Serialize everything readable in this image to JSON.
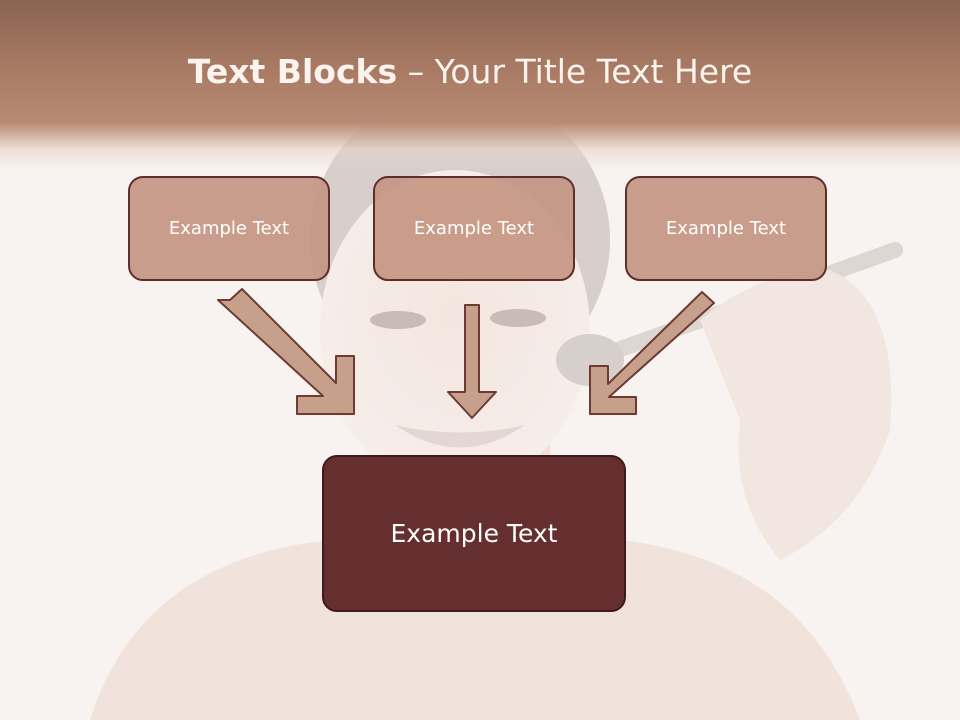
{
  "slide": {
    "title_bold": "Text Blocks",
    "title_dash": " – ",
    "title_rest": "Your Title Text Here",
    "boxes": [
      {
        "label": "Example Text"
      },
      {
        "label": "Example Text"
      },
      {
        "label": "Example Text"
      }
    ],
    "main_box": {
      "label": "Example Text"
    }
  },
  "colors": {
    "title_band": "#a87a64",
    "small_box": "#c9a28f",
    "main_box": "#662f2f",
    "border": "#5e2e2c",
    "arrow_fill": "#c7a08c"
  },
  "background": {
    "image": "smiling woman applying makeup brush (faded photo)"
  }
}
